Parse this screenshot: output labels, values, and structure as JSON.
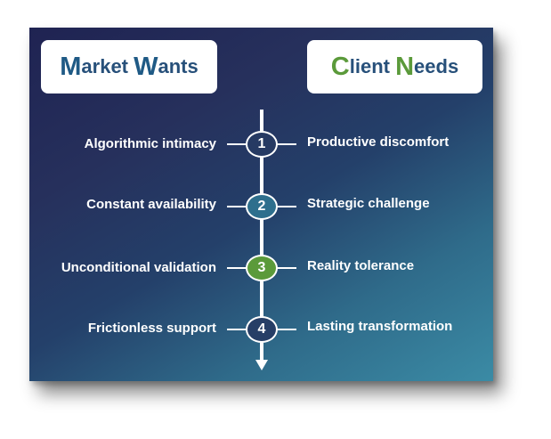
{
  "headers": {
    "left": {
      "initial1": "M",
      "rest1": "arket ",
      "initial2": "W",
      "rest2": "ants"
    },
    "right": {
      "initial1": "C",
      "rest1": "lient ",
      "initial2": "N",
      "rest2": "eeds"
    }
  },
  "rows": [
    {
      "number": "1",
      "left": "Algorithmic intimacy",
      "right": "Productive discomfort",
      "node_color": "#263a63"
    },
    {
      "number": "2",
      "left": "Constant availability",
      "right": "Strategic challenge",
      "node_color": "#2e6f8d"
    },
    {
      "number": "3",
      "left": "Unconditional validation",
      "right": "Reality tolerance",
      "node_color": "#5b9a3a"
    },
    {
      "number": "4",
      "left": "Frictionless support",
      "right": "Lasting transformation",
      "node_color": "#263e66"
    }
  ],
  "colors": {
    "left_accent": "#1f5a85",
    "right_accent": "#5b9a3a",
    "header_text": "#27507a"
  }
}
